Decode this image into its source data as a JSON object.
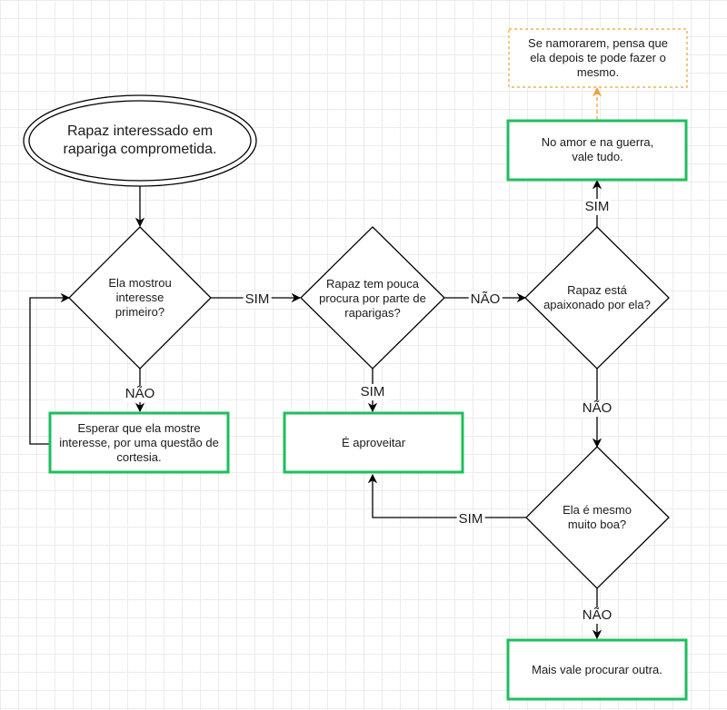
{
  "colors": {
    "stroke": "#000000",
    "green": "#1dbf5c",
    "note_border": "#f0a030",
    "note_arrow": "#f0a030",
    "grid": "#ececec"
  },
  "nodes": {
    "start": "Rapaz interessado em rapariga comprometida.",
    "d1": "Ela mostrou interesse primeiro?",
    "d2": "Rapaz tem pouca procura por parte de raparigas?",
    "d3": "Rapaz está apaixonado por ela?",
    "d4": "Ela é mesmo muito boa?",
    "wait": "Esperar que ela mostre interesse, por uma questão de cortesia.",
    "take": "É aproveitar",
    "love": "No amor e na guerra, vale tudo.",
    "note": "Se namorarem, pensa que ela depois te pode fazer o mesmo.",
    "other": "Mais vale procurar outra."
  },
  "labels": {
    "d1_yes": "SIM",
    "d1_no": "NÃO",
    "d2_no": "NÃO",
    "d2_yes": "SIM",
    "d3_yes": "SIM",
    "d3_no": "NÃO",
    "d4_yes": "SIM",
    "d4_no": "NÃO"
  }
}
